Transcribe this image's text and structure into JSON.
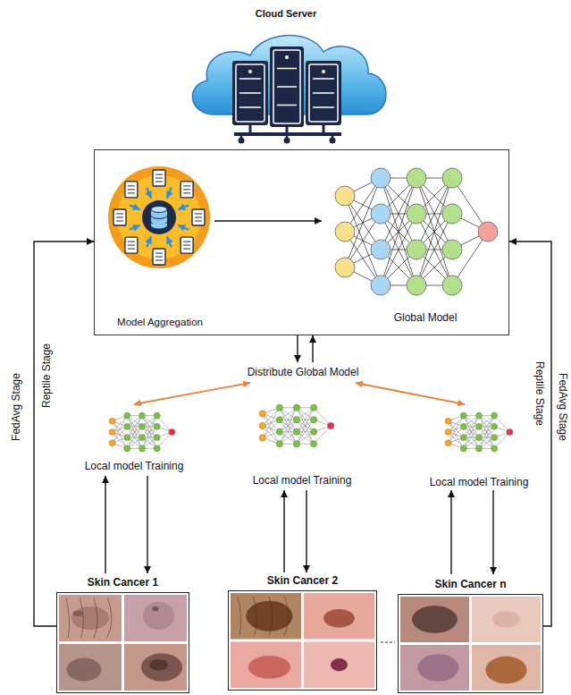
{
  "diagram": {
    "nodes": [
      {
        "text": [
          "Cloud Server"
        ]
      },
      {
        "text": [
          "Model Aggregation",
          "Global Model"
        ]
      },
      {
        "text": [
          "Distribute Global Model"
        ]
      },
      {
        "text": [
          "Local model Training"
        ]
      },
      {
        "text": [
          "Local model Training"
        ]
      },
      {
        "text": [
          "Local model Training"
        ]
      },
      {
        "text": [
          "Skin Cancer 1"
        ]
      },
      {
        "text": [
          "Skin Cancer 2"
        ]
      },
      {
        "text": [
          "Skin Cancer n"
        ]
      }
    ],
    "edges": [
      {
        "from": 1,
        "to": 2,
        "arrow": "to"
      },
      {
        "from": 2,
        "to": 1,
        "arrow": "to"
      },
      {
        "from": 2,
        "to": 3,
        "arrow": "both"
      },
      {
        "from": 2,
        "to": 5,
        "arrow": "both"
      },
      {
        "from": 3,
        "to": 6,
        "arrow": "to"
      },
      {
        "from": 6,
        "to": 3,
        "arrow": "to"
      },
      {
        "from": 4,
        "to": 7,
        "arrow": "to"
      },
      {
        "from": 7,
        "to": 4,
        "arrow": "to"
      },
      {
        "from": 5,
        "to": 8,
        "arrow": "to"
      },
      {
        "from": 8,
        "to": 5,
        "arrow": "to"
      },
      {
        "from": 6,
        "to": 1,
        "arrow": "to"
      },
      {
        "from": 8,
        "to": 1,
        "arrow": "to"
      }
    ],
    "labels": [
      "FedAvg Stage",
      "Reptile Stage",
      "Reptile Stage",
      "FedAvg Stage"
    ]
  }
}
